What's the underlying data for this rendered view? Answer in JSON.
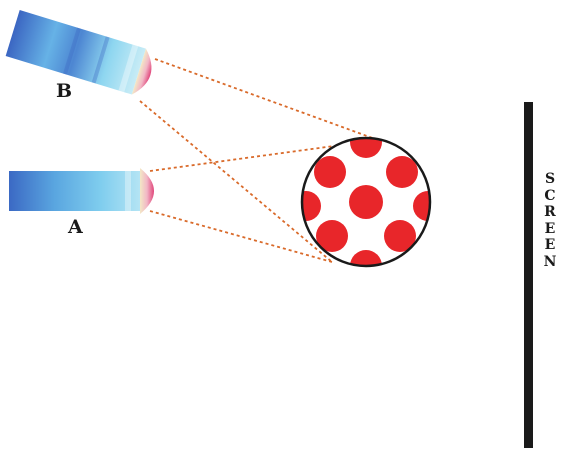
{
  "labels": {
    "source_b": "B",
    "source_a": "A",
    "screen": "SCREEN"
  },
  "colors": {
    "tube_dark": "#3b69c4",
    "tube_light": "#86d2ee",
    "rays": "#d96a2a",
    "particle": "#e8262a",
    "screen": "#1a1a1a"
  }
}
